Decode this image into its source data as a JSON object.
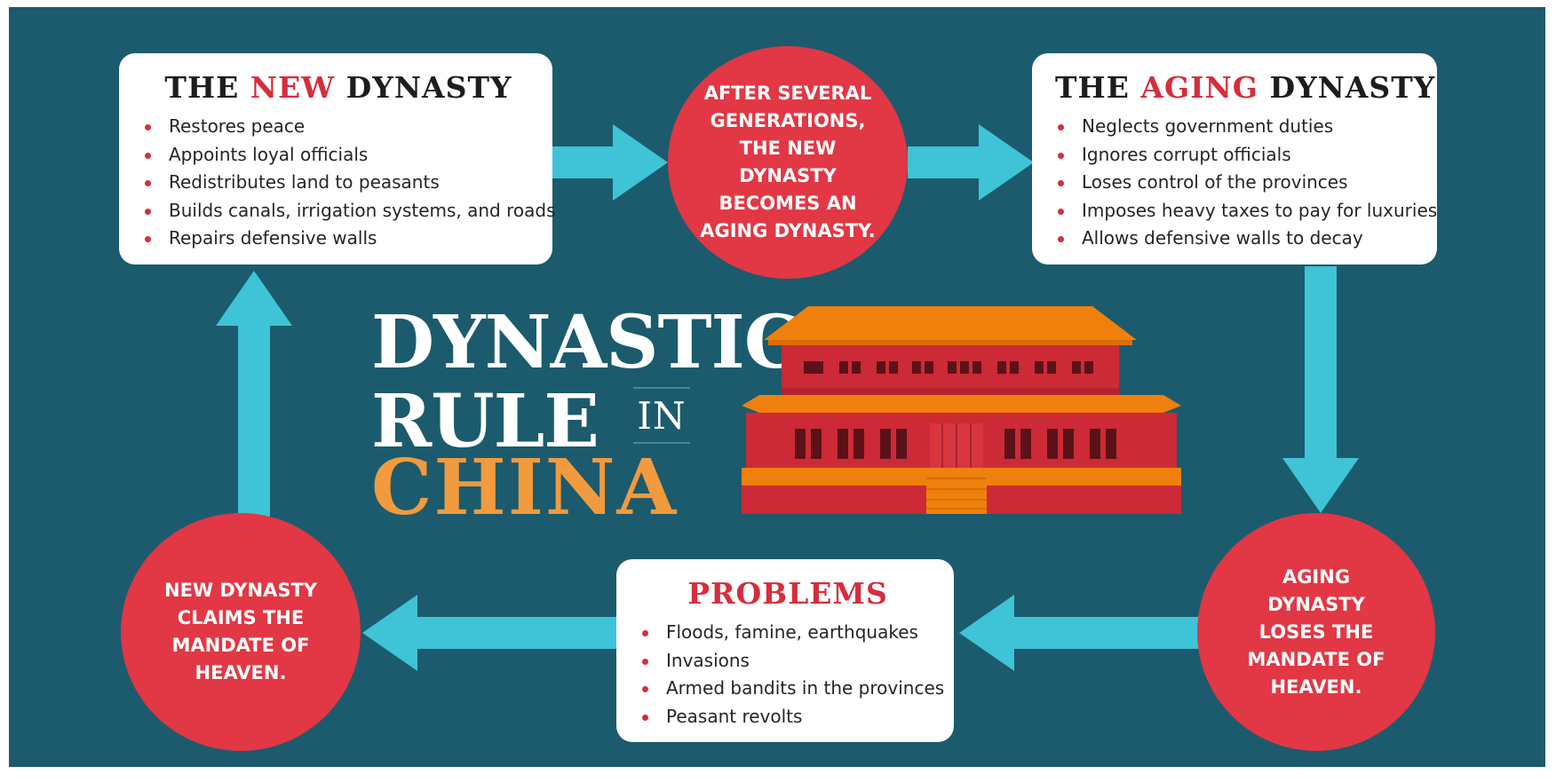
{
  "title": {
    "line1": "DYNASTIC",
    "line2": "RULE",
    "connector": "IN",
    "line3": "CHINA"
  },
  "new_dynasty": {
    "title_before": "THE ",
    "title_highlight": "NEW",
    "title_after": " DYNASTY",
    "items": [
      "Restores peace",
      "Appoints loyal officials",
      "Redistributes land to peasants",
      "Builds canals, irrigation systems, and roads",
      "Repairs defensive walls"
    ]
  },
  "aging_dynasty": {
    "title_before": "THE ",
    "title_highlight": "AGING",
    "title_after": " DYNASTY",
    "items": [
      "Neglects government duties",
      "Ignores corrupt officials",
      "Loses control of the provinces",
      "Imposes heavy taxes to pay for luxuries",
      "Allows defensive walls to decay"
    ]
  },
  "problems": {
    "title": "PROBLEMS",
    "items": [
      "Floods, famine, earthquakes",
      "Invasions",
      "Armed bandits in the provinces",
      "Peasant revolts"
    ]
  },
  "circles": {
    "generations": "AFTER SEVERAL GENERATIONS, THE NEW DYNASTY BECOMES AN AGING DYNASTY.",
    "loses_mandate": "AGING DYNASTY LOSES THE MANDATE OF HEAVEN.",
    "claims_mandate": "NEW DYNASTY CLAIMS THE MANDATE OF HEAVEN."
  },
  "colors": {
    "background": "#1b5b6d",
    "arrow": "#3ec4d6",
    "circle": "#e23744",
    "highlight": "#d62d3c",
    "china_text": "#f19a3e",
    "palace_red": "#cc2a36",
    "palace_orange": "#f0800c"
  },
  "icons": {
    "building": "chinese-palace-icon"
  }
}
